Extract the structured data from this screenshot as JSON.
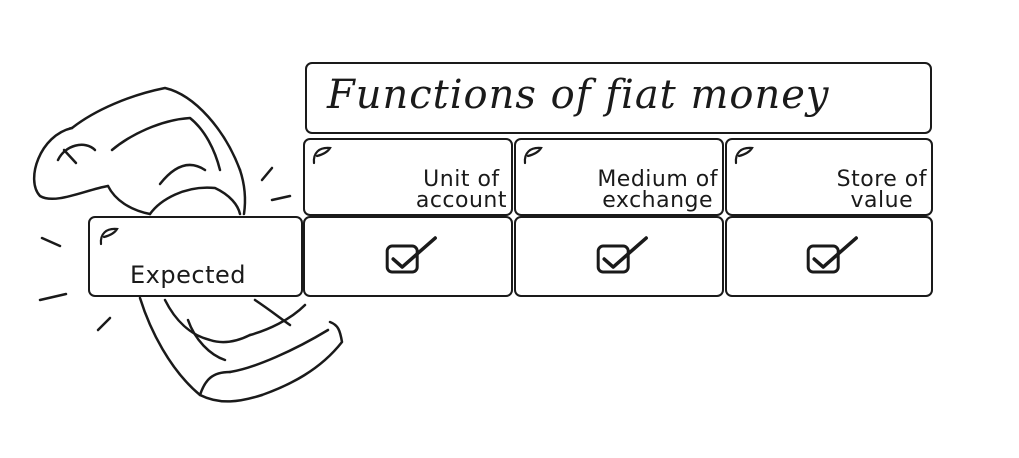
{
  "diagram": {
    "title": "Functions of fiat money",
    "columns": [
      {
        "line1": "Unit of",
        "line2": "account"
      },
      {
        "line1": "Medium of",
        "line2": "exchange"
      },
      {
        "line1": "Store of",
        "line2": "value"
      }
    ],
    "row_label": "Expected",
    "checks": [
      true,
      true,
      true
    ],
    "ink_color": "#1a1a1a"
  }
}
